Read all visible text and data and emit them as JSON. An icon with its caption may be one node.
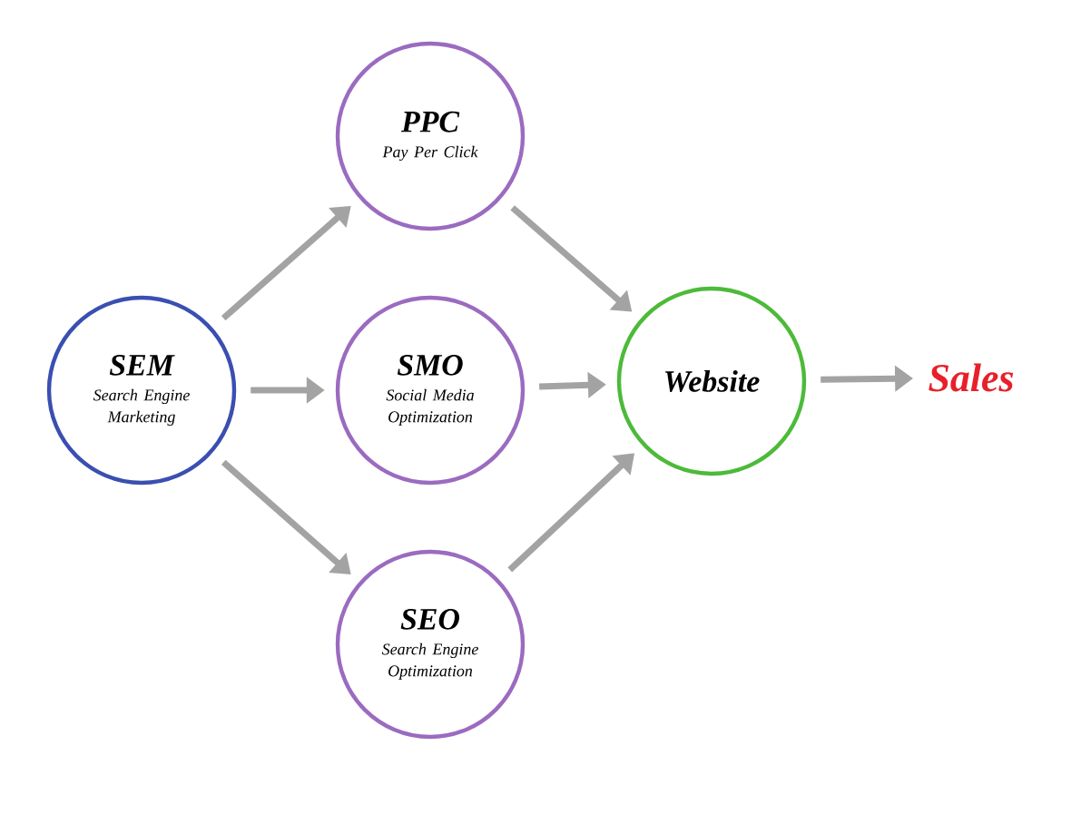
{
  "diagram": {
    "nodes": [
      {
        "text": [
          "SEM",
          "Search Engine Marketing"
        ]
      },
      {
        "text": [
          "PPC",
          "Pay Per Click"
        ]
      },
      {
        "text": [
          "SMO",
          "Social Media Optimization"
        ]
      },
      {
        "text": [
          "SEO",
          "Search Engine Optimization"
        ]
      },
      {
        "text": [
          "Website"
        ]
      },
      {
        "text": [
          "Sales"
        ]
      }
    ],
    "edges": [
      {
        "from": 0,
        "to": 1,
        "arrow": "to"
      },
      {
        "from": 0,
        "to": 2,
        "arrow": "to"
      },
      {
        "from": 0,
        "to": 3,
        "arrow": "to"
      },
      {
        "from": 1,
        "to": 4,
        "arrow": "to"
      },
      {
        "from": 2,
        "to": 4,
        "arrow": "to"
      },
      {
        "from": 3,
        "to": 4,
        "arrow": "to"
      },
      {
        "from": 4,
        "to": 5,
        "arrow": "to"
      }
    ]
  }
}
